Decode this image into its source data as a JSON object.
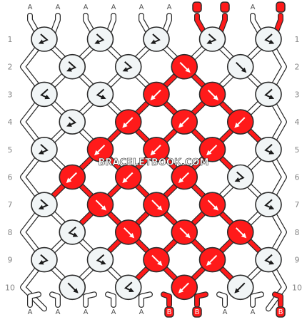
{
  "watermark": "BRACELETBOOK.COM",
  "colors": {
    "A": "#ffffff",
    "B": "#ff1a1a",
    "outline": "#2b2b2b",
    "knot_A": "#f1f5f6",
    "grid_label": "#888888"
  },
  "strings_top": [
    "A",
    "A",
    "A",
    "A",
    "A",
    "A",
    "B",
    "B",
    "A",
    "B",
    "A"
  ],
  "strings_bottom": [
    "A",
    "A",
    "A",
    "A",
    "A",
    "B",
    "B",
    "A",
    "A",
    "B",
    "A"
  ],
  "row_labels": [
    "1",
    "2",
    "3",
    "4",
    "5",
    "6",
    "7",
    "8",
    "9",
    "10"
  ],
  "rows": [
    {
      "row": 1,
      "knots": [
        {
          "d": "fb",
          "c": "A"
        },
        {
          "d": "fb",
          "c": "A"
        },
        {
          "d": "fb",
          "c": "A"
        },
        {
          "d": "fb",
          "c": "A"
        },
        {
          "d": "bf",
          "c": "A"
        }
      ]
    },
    {
      "row": 2,
      "knots": [
        {
          "d": "fb",
          "c": "A"
        },
        {
          "d": "fb",
          "c": "A"
        },
        {
          "d": "f",
          "c": "B"
        },
        {
          "d": "f",
          "c": "A"
        }
      ]
    },
    {
      "row": 3,
      "knots": [
        {
          "d": "bf",
          "c": "A"
        },
        {
          "d": "bf",
          "c": "A"
        },
        {
          "d": "b",
          "c": "B"
        },
        {
          "d": "f",
          "c": "B"
        },
        {
          "d": "bf",
          "c": "A"
        }
      ]
    },
    {
      "row": 4,
      "knots": [
        {
          "d": "fb",
          "c": "A"
        },
        {
          "d": "b",
          "c": "B"
        },
        {
          "d": "b",
          "c": "B"
        },
        {
          "d": "b",
          "c": "B"
        }
      ]
    },
    {
      "row": 5,
      "knots": [
        {
          "d": "fb",
          "c": "A"
        },
        {
          "d": "b",
          "c": "B"
        },
        {
          "d": "b",
          "c": "B"
        },
        {
          "d": "b",
          "c": "B"
        },
        {
          "d": "bf",
          "c": "A"
        }
      ]
    },
    {
      "row": 6,
      "knots": [
        {
          "d": "b",
          "c": "B"
        },
        {
          "d": "b",
          "c": "B"
        },
        {
          "d": "b",
          "c": "B"
        },
        {
          "d": "fb",
          "c": "A"
        }
      ]
    },
    {
      "row": 7,
      "knots": [
        {
          "d": "fb",
          "c": "A"
        },
        {
          "d": "f",
          "c": "B"
        },
        {
          "d": "f",
          "c": "B"
        },
        {
          "d": "f",
          "c": "B"
        },
        {
          "d": "bf",
          "c": "A"
        }
      ]
    },
    {
      "row": 8,
      "knots": [
        {
          "d": "bf",
          "c": "A"
        },
        {
          "d": "f",
          "c": "B"
        },
        {
          "d": "f",
          "c": "B"
        },
        {
          "d": "f",
          "c": "B"
        }
      ]
    },
    {
      "row": 9,
      "knots": [
        {
          "d": "fb",
          "c": "A"
        },
        {
          "d": "bf",
          "c": "A"
        },
        {
          "d": "f",
          "c": "B"
        },
        {
          "d": "b",
          "c": "B"
        },
        {
          "d": "bf",
          "c": "A"
        }
      ]
    },
    {
      "row": 10,
      "knots": [
        {
          "d": "f",
          "c": "A"
        },
        {
          "d": "bf",
          "c": "A"
        },
        {
          "d": "b",
          "c": "B"
        },
        {
          "d": "b",
          "c": "A"
        }
      ]
    }
  ]
}
